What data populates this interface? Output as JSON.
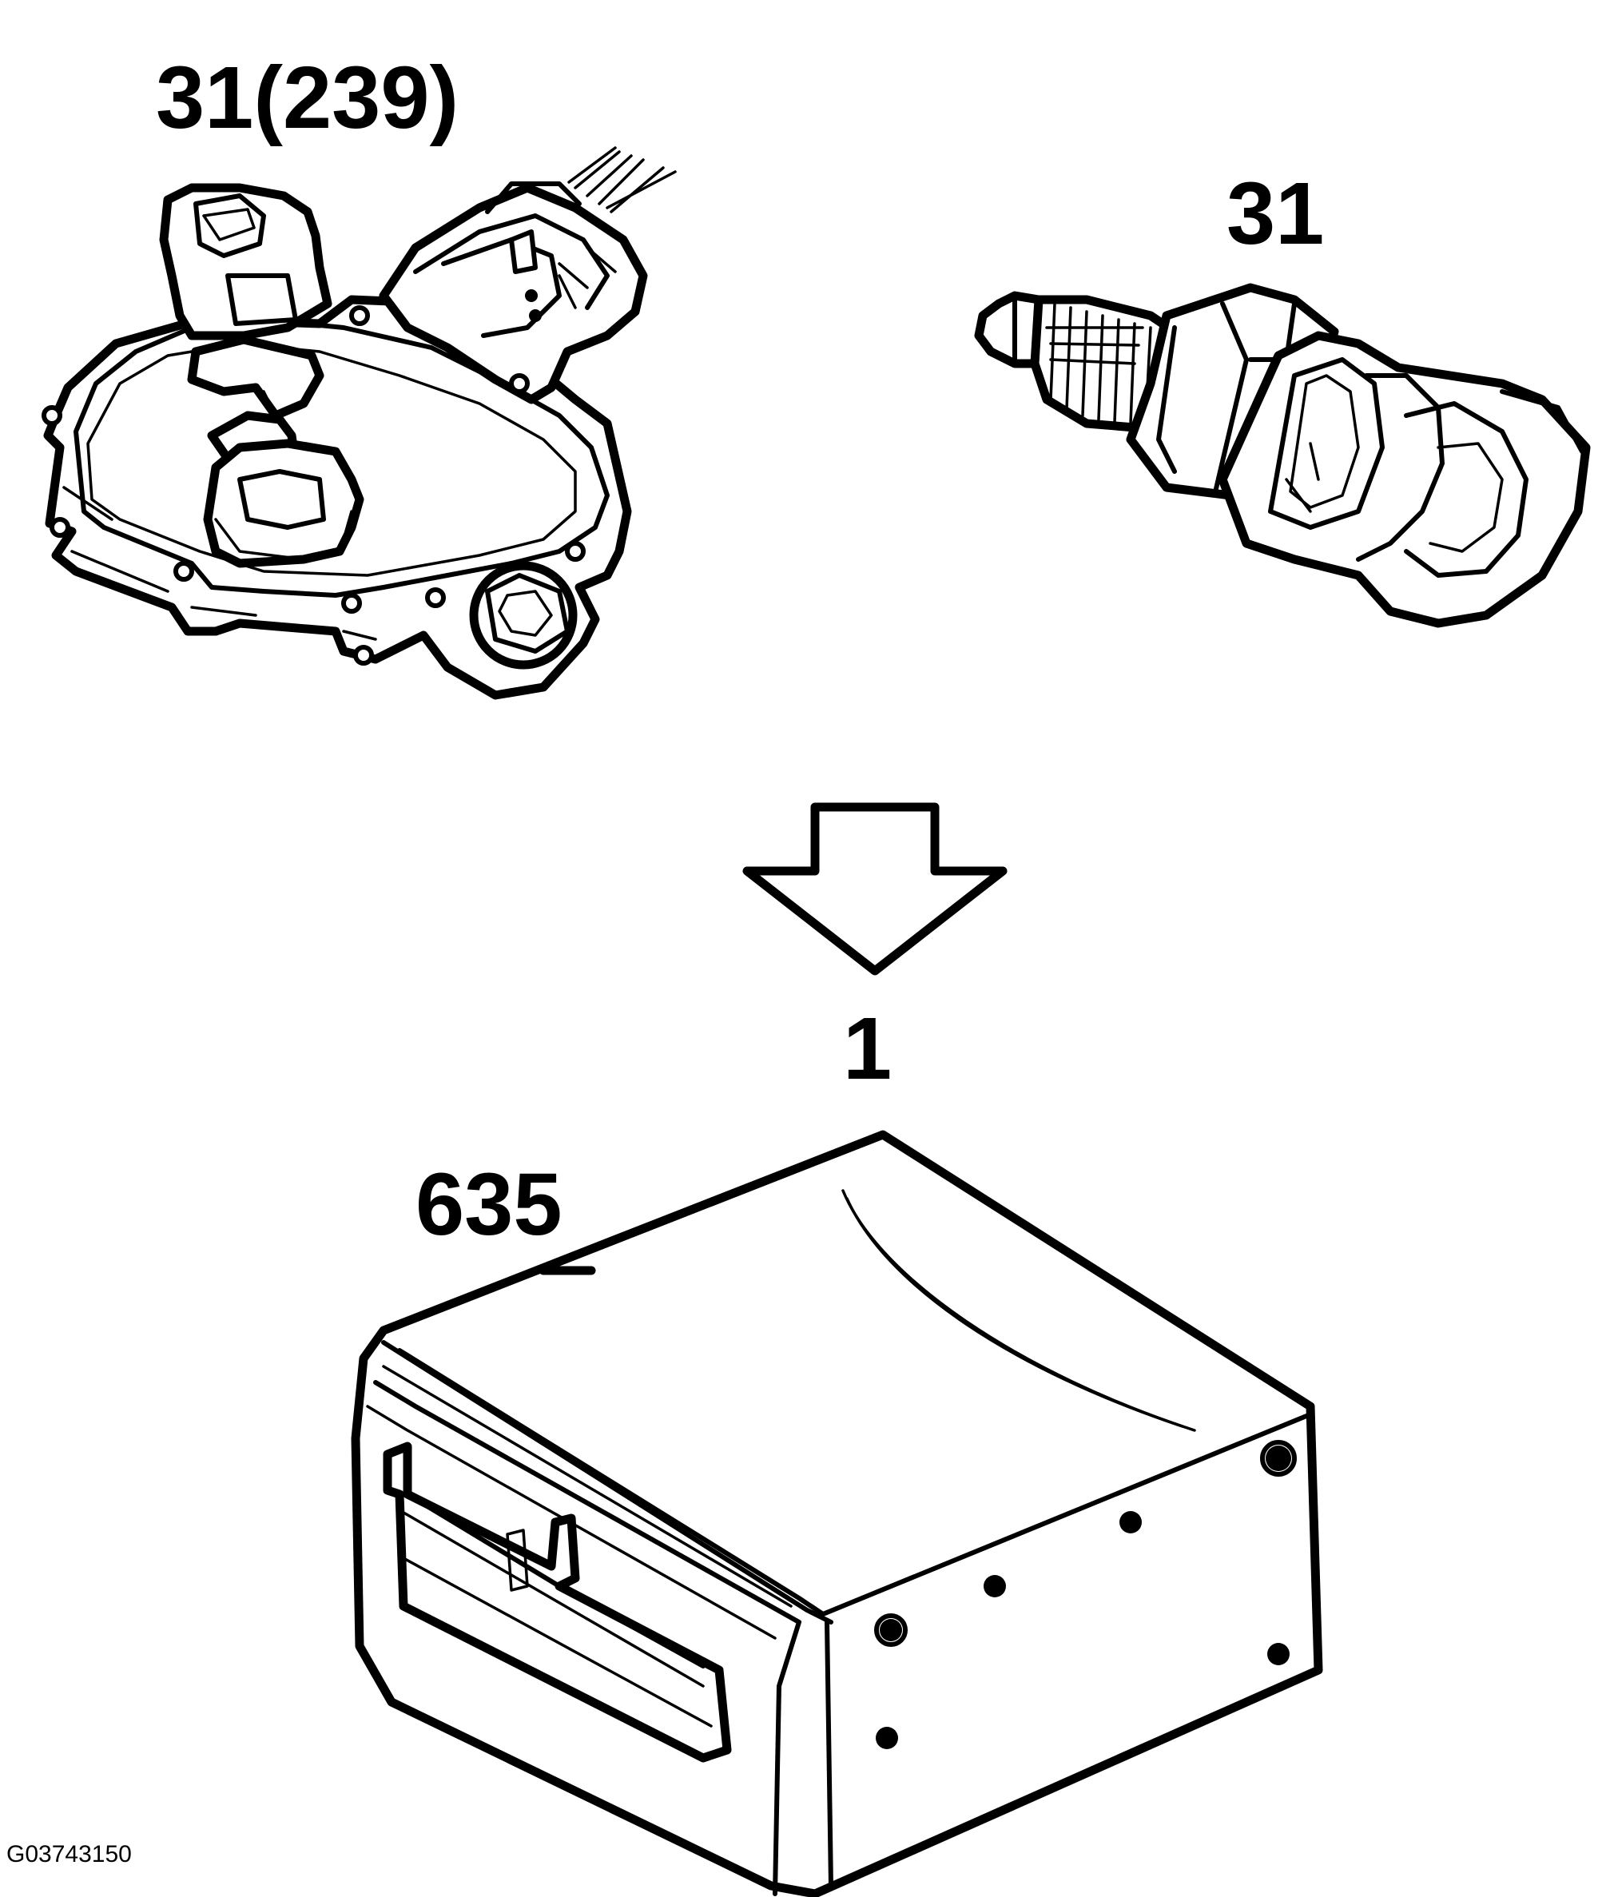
{
  "labels": {
    "gear_selector_position_sensor": "31(239)",
    "temperature_sensor": "31",
    "control_module_group": "1",
    "control_module": "635"
  },
  "figure_reference": "G03743150",
  "colors": {
    "line": "#000000",
    "background": "#ffffff"
  },
  "icons": {
    "flow_arrow": "down-arrow-icon"
  }
}
